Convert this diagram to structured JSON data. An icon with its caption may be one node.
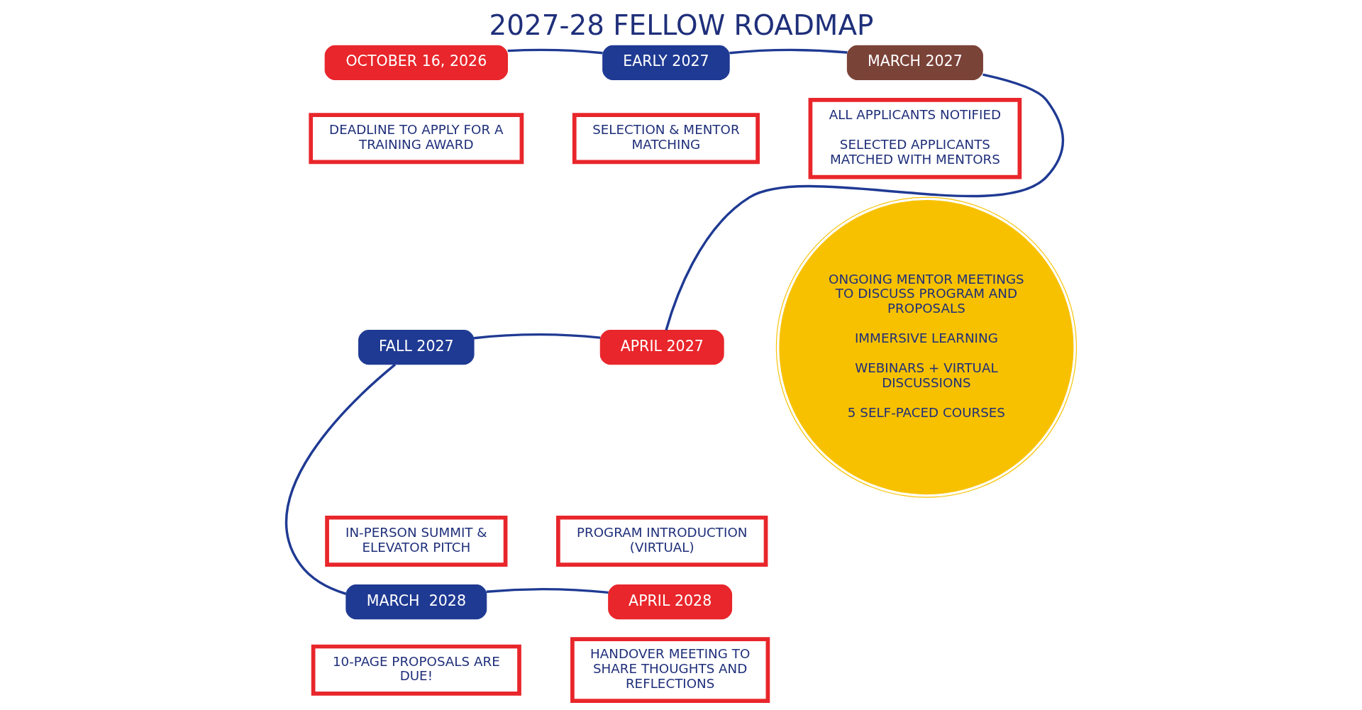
{
  "diagram": {
    "title": "2027-28 FELLOW ROADMAP",
    "nodes": [
      {
        "text": [
          "OCTOBER 16, 2026"
        ]
      },
      {
        "text": [
          "EARLY 2027"
        ]
      },
      {
        "text": [
          "MARCH 2027"
        ]
      },
      {
        "text": [
          "FALL 2027"
        ]
      },
      {
        "text": [
          "APRIL 2027"
        ]
      },
      {
        "text": [
          "MARCH  2028"
        ]
      },
      {
        "text": [
          "APRIL 2028"
        ]
      },
      {
        "text": [
          "DEADLINE TO APPLY FOR A TRAINING AWARD"
        ]
      },
      {
        "text": [
          "SELECTION & MENTOR MATCHING"
        ]
      },
      {
        "text": [
          "ALL APPLICANTS NOTIFIED",
          "SELECTED APPLICANTS MATCHED WITH MENTORS"
        ]
      },
      {
        "text": [
          "IN-PERSON SUMMIT & ELEVATOR PITCH"
        ]
      },
      {
        "text": [
          "PROGRAM INTRODUCTION (VIRTUAL)"
        ]
      },
      {
        "text": [
          "10-PAGE PROPOSALS ARE DUE!"
        ]
      },
      {
        "text": [
          "HANDOVER MEETING TO SHARE THOUGHTS AND REFLECTIONS"
        ]
      },
      {
        "text": [
          "ONGOING MENTOR MEETINGS TO DISCUSS PROGRAM AND PROPOSALS",
          "IMMERSIVE LEARNING",
          "WEBINARS + VIRTUAL DISCUSSIONS",
          "5 SELF-PACED COURSES"
        ]
      }
    ],
    "edges": [
      {
        "from": 0,
        "to": 1,
        "arrow": "none"
      },
      {
        "from": 1,
        "to": 2,
        "arrow": "none"
      },
      {
        "from": 2,
        "to": 4,
        "arrow": "none"
      },
      {
        "from": 4,
        "to": 3,
        "arrow": "none"
      },
      {
        "from": 3,
        "to": 5,
        "arrow": "none"
      },
      {
        "from": 5,
        "to": 6,
        "arrow": "none"
      }
    ]
  }
}
